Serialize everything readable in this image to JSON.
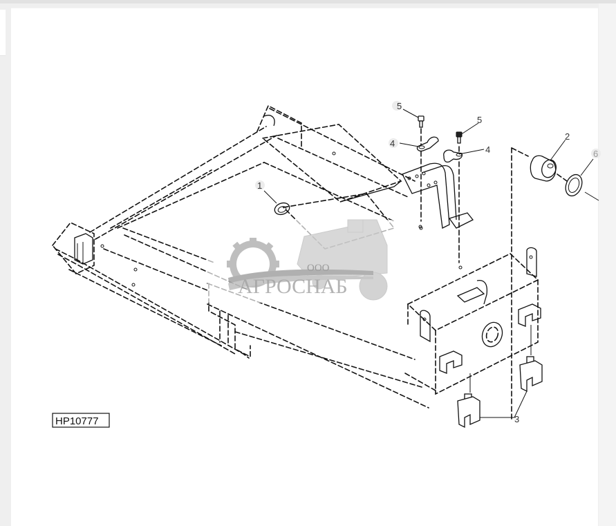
{
  "page": {
    "background": "#efefef",
    "card_background": "#ffffff"
  },
  "diagram": {
    "type": "exploded-parts-diagram",
    "figure_code": "HP10777",
    "callouts": [
      {
        "id": "1",
        "label": "1"
      },
      {
        "id": "2",
        "label": "2"
      },
      {
        "id": "3",
        "label": "3"
      },
      {
        "id": "4a",
        "label": "4"
      },
      {
        "id": "4b",
        "label": "4"
      },
      {
        "id": "5a",
        "label": "5"
      },
      {
        "id": "5b",
        "label": "5"
      },
      {
        "id": "6",
        "label": "6"
      }
    ],
    "parts_depicted": [
      "main-frame",
      "washer",
      "bushing",
      "clip-brackets",
      "clamps",
      "cap-screws",
      "ring-washer"
    ]
  },
  "watermark": {
    "prefix": "ООО",
    "name": "АГРОСНАБ",
    "color": "#9b9b9b"
  }
}
